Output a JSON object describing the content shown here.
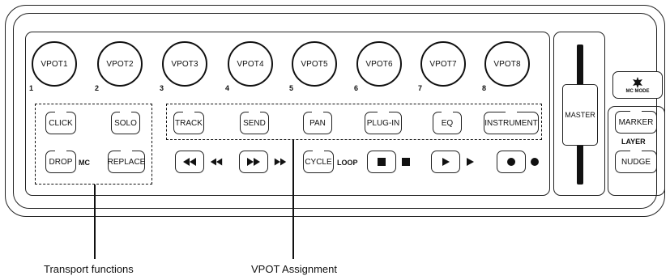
{
  "vpots": [
    {
      "label": "VPOT1",
      "num": "1"
    },
    {
      "label": "VPOT2",
      "num": "2"
    },
    {
      "label": "VPOT3",
      "num": "3"
    },
    {
      "label": "VPOT4",
      "num": "4"
    },
    {
      "label": "VPOT5",
      "num": "5"
    },
    {
      "label": "VPOT6",
      "num": "6"
    },
    {
      "label": "VPOT7",
      "num": "7"
    },
    {
      "label": "VPOT8",
      "num": "8"
    }
  ],
  "transport_group": {
    "click": "CLICK",
    "solo": "SOLO",
    "drop": "DROP",
    "mc": "MC",
    "replace": "REPLACE"
  },
  "assignment": {
    "track": "TRACK",
    "send": "SEND",
    "pan": "PAN",
    "plugin": "PLUG-IN",
    "eq": "EQ",
    "instrument": "INSTRUMENT"
  },
  "transport": {
    "cycle": "CYCLE",
    "loop": "LOOP"
  },
  "master": "MASTER",
  "right_panel": {
    "mc_mode": "MC MODE",
    "marker": "MARKER",
    "layer": "LAYER",
    "nudge": "NUDGE"
  },
  "callouts": {
    "transport_functions": "Transport functions",
    "vpot_assignment": "VPOT Assignment"
  },
  "icons": [
    "rewind-icon",
    "fast-forward-icon",
    "stop-icon",
    "play-icon",
    "record-icon",
    "mc-mode-star-icon"
  ]
}
